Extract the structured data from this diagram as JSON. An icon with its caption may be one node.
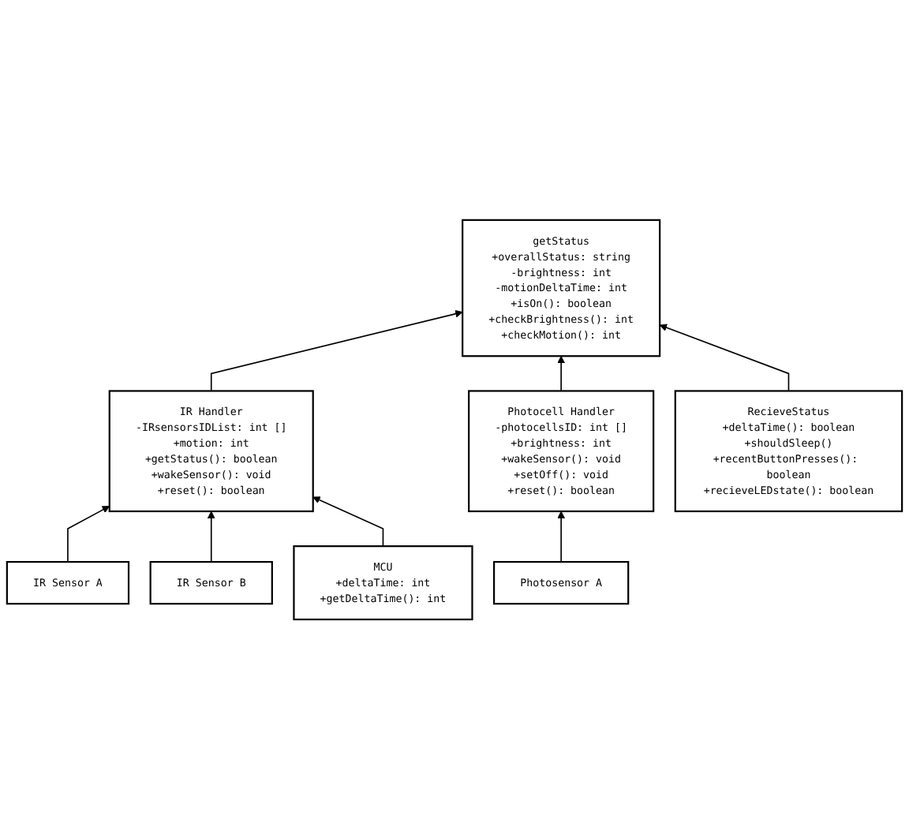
{
  "diagram": {
    "nodes": [
      {
        "text": [
          "getStatus",
          "+overallStatus: string",
          "-brightness: int",
          "-motionDeltaTime: int",
          "+isOn(): boolean",
          "+checkBrightness(): int",
          "+checkMotion(): int"
        ]
      },
      {
        "text": [
          "IR Handler",
          "-IRsensorsIDList: int []",
          "+motion: int",
          "+getStatus(): boolean",
          "+wakeSensor(): void",
          "+reset(): boolean"
        ]
      },
      {
        "text": [
          "IR Sensor A"
        ]
      },
      {
        "text": [
          "IR Sensor B"
        ]
      },
      {
        "text": [
          "Photocell Handler",
          "-photocellsID: int []",
          "+brightness: int",
          "+wakeSensor(): void",
          "+setOff(): void",
          "+reset(): boolean"
        ]
      },
      {
        "text": [
          "MCU",
          "+deltaTime: int",
          "+getDeltaTime(): int"
        ]
      },
      {
        "text": [
          "RecieveStatus",
          "+deltaTime(): boolean",
          "+shouldSleep()",
          "+recentButtonPresses(): boolean",
          "+recieveLEDstate(): boolean"
        ]
      },
      {
        "text": [
          "Photosensor A"
        ]
      }
    ],
    "edges": [
      {
        "from": 1,
        "to": 0,
        "arrow": "to"
      },
      {
        "from": 4,
        "to": 0,
        "arrow": "to"
      },
      {
        "from": 6,
        "to": 0,
        "arrow": "to"
      },
      {
        "from": 2,
        "to": 1,
        "arrow": "to"
      },
      {
        "from": 3,
        "to": 1,
        "arrow": "to"
      },
      {
        "from": 5,
        "to": 1,
        "arrow": "to"
      },
      {
        "from": 7,
        "to": 4,
        "arrow": "to"
      }
    ]
  }
}
